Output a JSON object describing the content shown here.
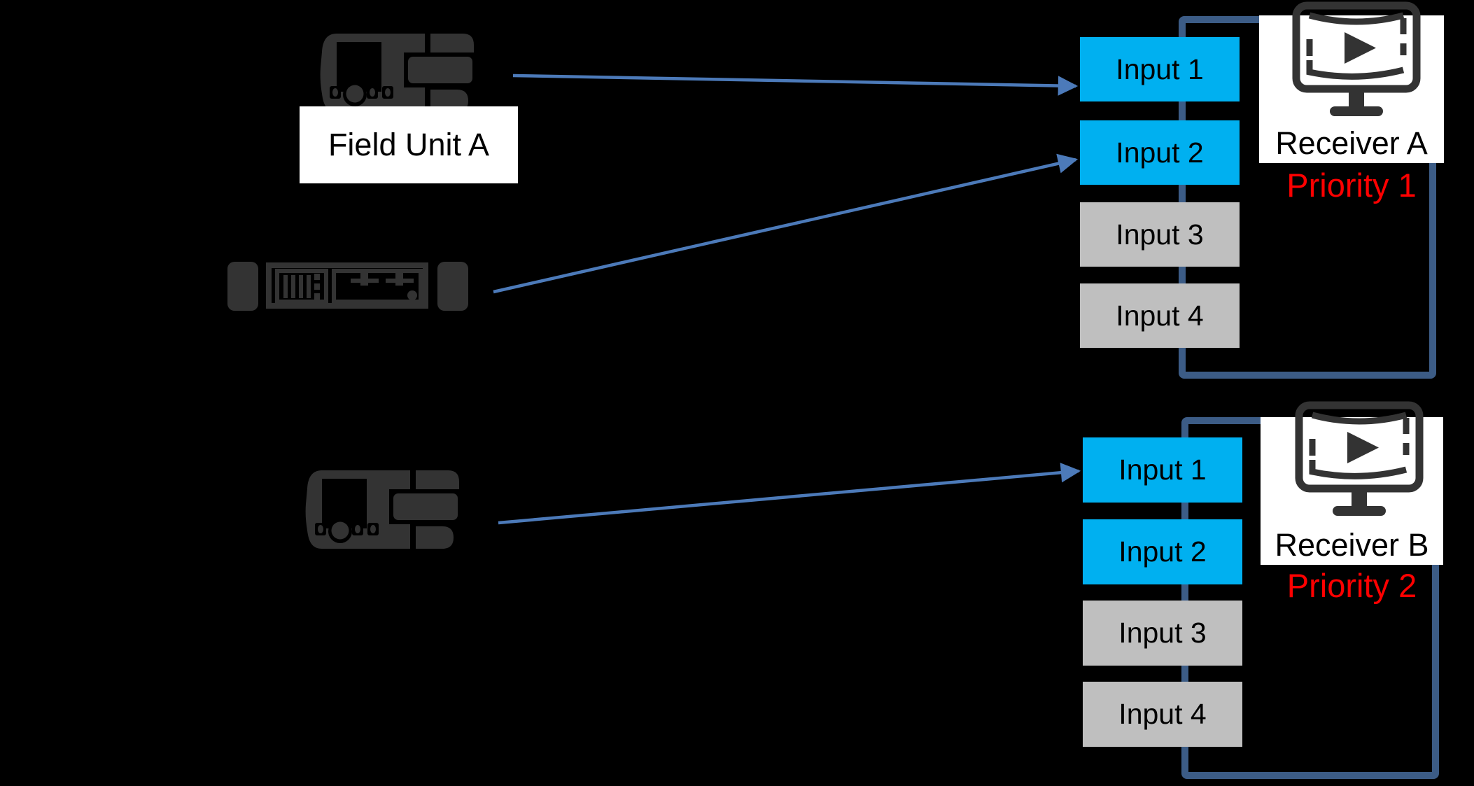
{
  "title": "Field units to receiver input priority diagram",
  "colors": {
    "background": "#000000",
    "input_active": "#00B0F0",
    "input_inactive": "#BFBFBF",
    "arrow": "#4C7AB9",
    "chain_outline": "#3C5C86",
    "priority_text": "#FF0000",
    "device_icon": "#333333",
    "card_background": "#FFFFFF",
    "label_text": "#000000"
  },
  "sources": {
    "field_unit_a": {
      "label": "Field Unit A",
      "icon": "portable-field-unit-icon"
    },
    "rack_unit": {
      "icon": "rack-receiver-icon"
    },
    "field_unit_b": {
      "icon": "portable-field-unit-icon"
    }
  },
  "receivers": [
    {
      "name": "Receiver A",
      "priority": "Priority 1",
      "icon": "video-monitor-icon",
      "inputs": [
        {
          "label": "Input 1",
          "state": "active"
        },
        {
          "label": "Input 2",
          "state": "active"
        },
        {
          "label": "Input 3",
          "state": "inactive"
        },
        {
          "label": "Input 4",
          "state": "inactive"
        }
      ]
    },
    {
      "name": "Receiver B",
      "priority": "Priority 2",
      "icon": "video-monitor-icon",
      "inputs": [
        {
          "label": "Input 1",
          "state": "active"
        },
        {
          "label": "Input 2",
          "state": "active"
        },
        {
          "label": "Input 3",
          "state": "inactive"
        },
        {
          "label": "Input 4",
          "state": "inactive"
        }
      ]
    }
  ],
  "connections": [
    {
      "from": "field-unit-a",
      "to": "receiver-a-input-1"
    },
    {
      "from": "rack-unit",
      "to": "receiver-a-input-2"
    },
    {
      "from": "field-unit-b",
      "to": "receiver-b-input-1"
    }
  ]
}
